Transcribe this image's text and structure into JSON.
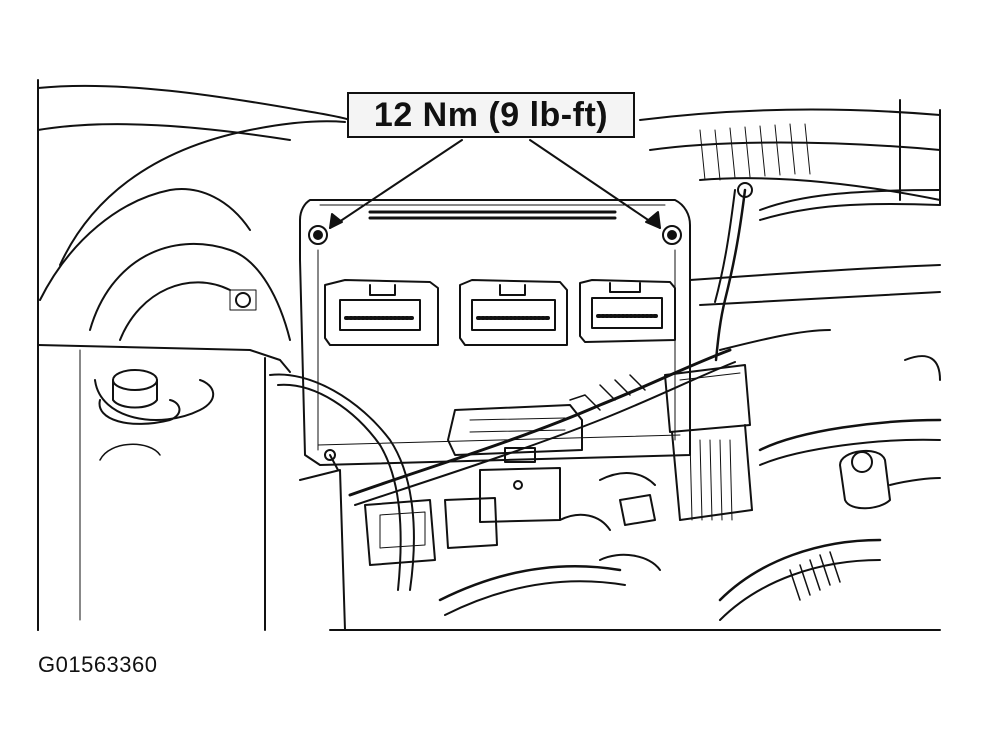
{
  "callout": {
    "label": "12 Nm (9 lb-ft)"
  },
  "figure": {
    "id": "G01563360"
  },
  "drawing": {
    "subject": "engine-compartment-module-with-three-connectors",
    "line_color": "#111111",
    "background_color": "#ffffff"
  }
}
